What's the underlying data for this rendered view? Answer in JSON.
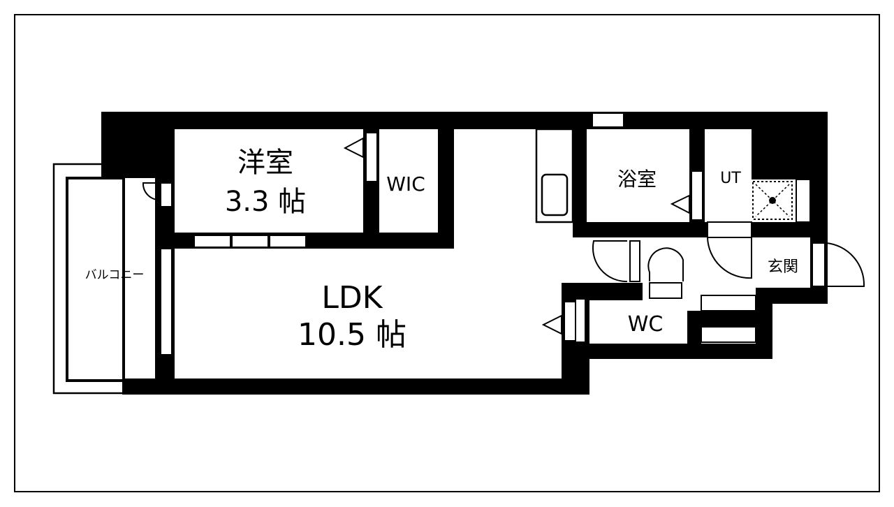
{
  "rooms": {
    "western_room": {
      "name": "洋室",
      "size": "3.3 帖"
    },
    "ldk": {
      "name": "LDK",
      "size": "10.5 帖"
    },
    "wic": {
      "name": "WIC"
    },
    "bath": {
      "name": "浴室"
    },
    "utility": {
      "name": "UT"
    },
    "entrance": {
      "name": "玄関"
    },
    "toilet": {
      "name": "WC"
    },
    "balcony": {
      "name": "バルコニー"
    }
  },
  "colors": {
    "wall": "#000000",
    "floor": "#ffffff",
    "line": "#000000"
  }
}
